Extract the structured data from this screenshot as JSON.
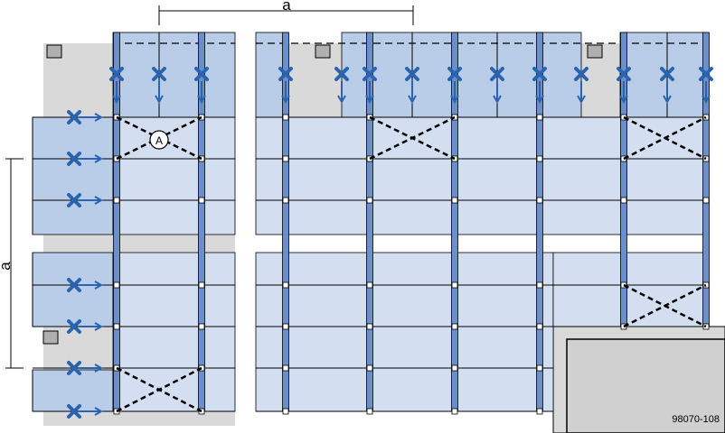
{
  "diagram": {
    "dimension_label_horizontal": "a",
    "dimension_label_vertical": "a",
    "callout_label": "A",
    "figure_number": "98070-108"
  },
  "colors": {
    "wall": "#d9d9d9",
    "panel_light": "#d3dff0",
    "panel_medium": "#b9cde9",
    "post": "#6a8fcc",
    "anchor": "#2a64b0",
    "bracing": "#000000",
    "outline": "#000000"
  },
  "icons": {
    "anchor_marker": "x-cross-icon",
    "load_arrow": "arrow-icon",
    "bracing": "dashed-diagonal-bracing"
  }
}
